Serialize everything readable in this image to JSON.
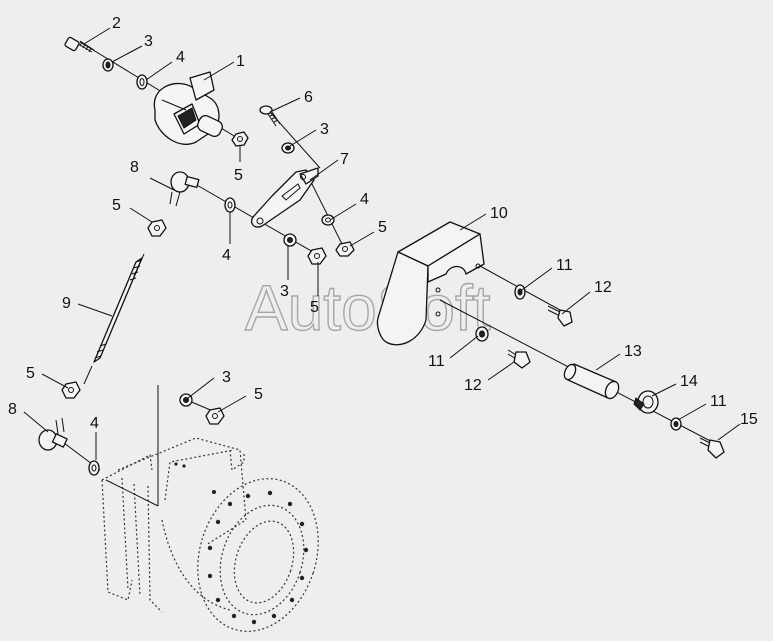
{
  "watermark": "AutoSoft",
  "callouts": [
    "2",
    "3",
    "4",
    "1",
    "5",
    "6",
    "3",
    "7",
    "8",
    "5",
    "4",
    "4",
    "5",
    "3",
    "5",
    "10",
    "11",
    "12",
    "9",
    "11",
    "12",
    "13",
    "5",
    "3",
    "5",
    "14",
    "11",
    "8",
    "4",
    "15"
  ],
  "colors": {
    "background": "#eeeeee",
    "line": "#111111",
    "fill": "#f4f4f4",
    "watermark": "#9a9a9a"
  }
}
